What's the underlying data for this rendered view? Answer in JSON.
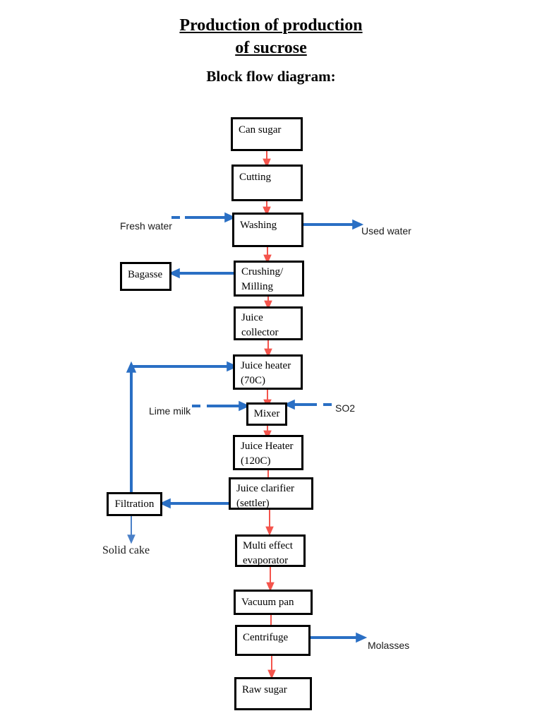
{
  "document": {
    "title_line_1": "Production of production",
    "title_line_2": "of sucrose",
    "subtitle": "Block flow diagram:"
  },
  "diagram": {
    "type": "block-flow-diagram",
    "process_blocks": [
      {
        "id": "can-sugar",
        "label": "Can sugar"
      },
      {
        "id": "cutting",
        "label": "Cutting"
      },
      {
        "id": "washing",
        "label": "Washing"
      },
      {
        "id": "bagasse",
        "label": "Bagasse"
      },
      {
        "id": "crushing-milling",
        "label_line_1": "Crushing/",
        "label_line_2": "Milling"
      },
      {
        "id": "juice-collector",
        "label_line_1": "Juice",
        "label_line_2": "collector"
      },
      {
        "id": "juice-heater-70",
        "label_line_1": "Juice heater",
        "label_line_2": "(70C)"
      },
      {
        "id": "mixer",
        "label": "Mixer"
      },
      {
        "id": "juice-heater-120",
        "label_line_1": "Juice Heater",
        "label_line_2": "(120C)"
      },
      {
        "id": "juice-clarifier",
        "label_line_1": "Juice clarifier",
        "label_line_2": "(settler)"
      },
      {
        "id": "filtration",
        "label": "Filtration"
      },
      {
        "id": "evaporator",
        "label_line_1": "Multi effect",
        "label_line_2": "evaporator"
      },
      {
        "id": "vacuum-pan",
        "label": "Vacuum pan"
      },
      {
        "id": "centrifuge",
        "label": "Centrifuge"
      },
      {
        "id": "raw-sugar",
        "label": "Raw sugar"
      }
    ],
    "stream_labels": [
      {
        "id": "fresh-water",
        "label": "Fresh water"
      },
      {
        "id": "used-water",
        "label": "Used water"
      },
      {
        "id": "lime-milk",
        "label": "Lime milk"
      },
      {
        "id": "so2",
        "label": "SO2"
      },
      {
        "id": "solid-cake",
        "label": "Solid cake"
      },
      {
        "id": "molasses",
        "label": "Molasses"
      }
    ],
    "colors": {
      "process_stream": "#f4544c",
      "side_stream": "#2a6fc4",
      "box_border": "#000000",
      "background": "#ffffff"
    }
  }
}
